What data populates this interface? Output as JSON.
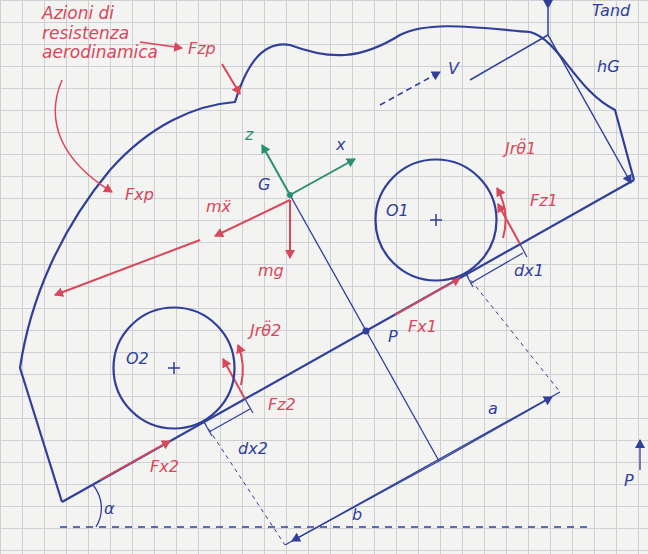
{
  "diagram": {
    "nodes": [
      {
        "text": [
          "O1"
        ]
      },
      {
        "text": [
          "O2"
        ]
      }
    ],
    "labels": [
      "Azioni di resistenza aerodinamica",
      "Fzp",
      "Fxp",
      "G",
      "z",
      "x",
      "V",
      "mẍ",
      "mg",
      "Jrθ̈1",
      "Fz1",
      "Fx1",
      "dx1",
      "P",
      "a",
      "b",
      "Jrθ̈2",
      "Fz2",
      "Fx2",
      "dx2",
      "α",
      "hG",
      "Tand",
      "P"
    ]
  }
}
